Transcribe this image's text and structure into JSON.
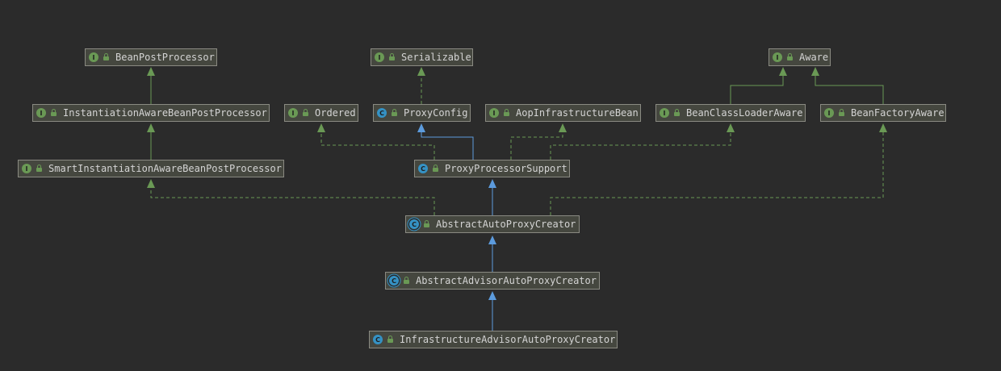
{
  "nodes": {
    "beanPostProcessor": {
      "label": "BeanPostProcessor",
      "kind": "I"
    },
    "serializable": {
      "label": "Serializable",
      "kind": "I"
    },
    "aware": {
      "label": "Aware",
      "kind": "I"
    },
    "instantiationAware": {
      "label": "InstantiationAwareBeanPostProcessor",
      "kind": "I"
    },
    "ordered": {
      "label": "Ordered",
      "kind": "I"
    },
    "proxyConfig": {
      "label": "ProxyConfig",
      "kind": "C"
    },
    "aopInfrastructureBean": {
      "label": "AopInfrastructureBean",
      "kind": "I"
    },
    "beanClassLoaderAware": {
      "label": "BeanClassLoaderAware",
      "kind": "I"
    },
    "beanFactoryAware": {
      "label": "BeanFactoryAware",
      "kind": "I"
    },
    "smartInstantiationAware": {
      "label": "SmartInstantiationAwareBeanPostProcessor",
      "kind": "I"
    },
    "proxyProcessorSupport": {
      "label": "ProxyProcessorSupport",
      "kind": "C"
    },
    "abstractAutoProxyCreator": {
      "label": "AbstractAutoProxyCreator",
      "kind": "C"
    },
    "abstractAdvisorAutoProxyCreator": {
      "label": "AbstractAdvisorAutoProxyCreator",
      "kind": "C"
    },
    "infrastructureAdvisorAutoProxyCreator": {
      "label": "InfrastructureAdvisorAutoProxyCreator",
      "kind": "C"
    }
  },
  "colors": {
    "background": "#2b2b2b",
    "node_fill": "#45473f",
    "node_border": "#8a8a82",
    "interface_badge": "#6a9955",
    "class_badge": "#3592c4",
    "extends_edge": "#5c9bdd",
    "implements_edge": "#6a9955"
  }
}
